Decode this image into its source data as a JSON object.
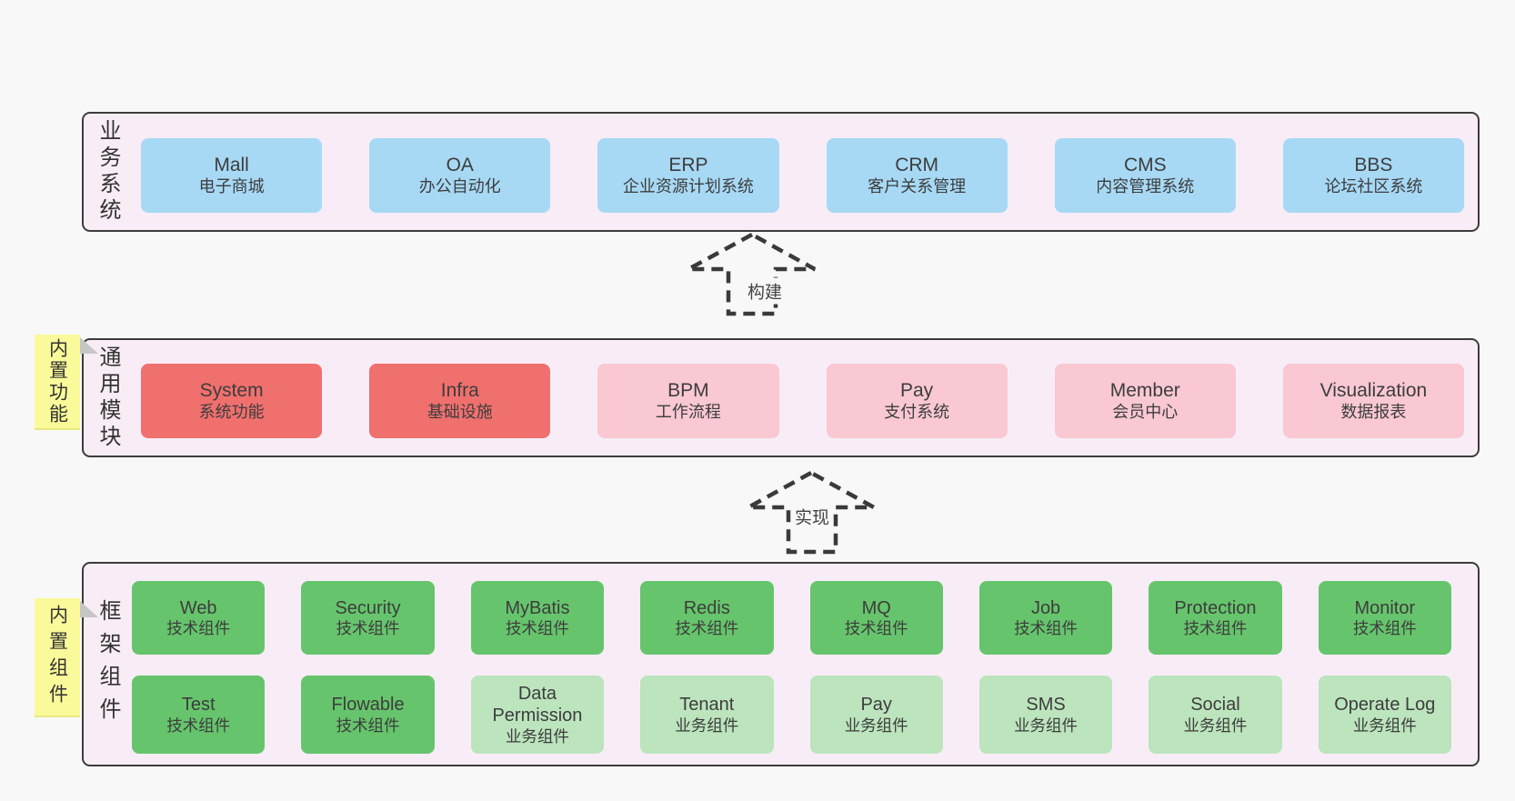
{
  "colors": {
    "page_bg": "#f8f8f8",
    "band_bg": "#f8edf6",
    "band_border": "#3c3c3c",
    "business_system_box": "#a7d9f5",
    "core_module_box": "#f0706e",
    "extension_module_box": "#f9c8d2",
    "tech_component_box": "#66c56c",
    "biz_component_box": "#bce4bd",
    "sticky_note": "#fafa9a",
    "text": "#3d3d3d"
  },
  "bands": [
    {
      "label": "业务系统",
      "boxes": [
        {
          "title": "Mall",
          "subtitle": "电子商城"
        },
        {
          "title": "OA",
          "subtitle": "办公自动化"
        },
        {
          "title": "ERP",
          "subtitle": "企业资源计划系统"
        },
        {
          "title": "CRM",
          "subtitle": "客户关系管理"
        },
        {
          "title": "CMS",
          "subtitle": "内容管理系统"
        },
        {
          "title": "BBS",
          "subtitle": "论坛社区系统"
        }
      ]
    },
    {
      "label": "通用模块",
      "sticky": "内置功能",
      "boxes": [
        {
          "title": "System",
          "subtitle": "系统功能"
        },
        {
          "title": "Infra",
          "subtitle": "基础设施"
        },
        {
          "title": "BPM",
          "subtitle": "工作流程"
        },
        {
          "title": "Pay",
          "subtitle": "支付系统"
        },
        {
          "title": "Member",
          "subtitle": "会员中心"
        },
        {
          "title": "Visualization",
          "subtitle": "数据报表"
        }
      ]
    },
    {
      "label": "框架组件",
      "sticky": "内置组件",
      "rows": [
        [
          {
            "title": "Web",
            "subtitle": "技术组件"
          },
          {
            "title": "Security",
            "subtitle": "技术组件"
          },
          {
            "title": "MyBatis",
            "subtitle": "技术组件"
          },
          {
            "title": "Redis",
            "subtitle": "技术组件"
          },
          {
            "title": "MQ",
            "subtitle": "技术组件"
          },
          {
            "title": "Job",
            "subtitle": "技术组件"
          },
          {
            "title": "Protection",
            "subtitle": "技术组件"
          },
          {
            "title": "Monitor",
            "subtitle": "技术组件"
          }
        ],
        [
          {
            "title": "Test",
            "subtitle": "技术组件"
          },
          {
            "title": "Flowable",
            "subtitle": "技术组件"
          },
          {
            "title": "Data Permission",
            "subtitle": "业务组件"
          },
          {
            "title": "Tenant",
            "subtitle": "业务组件"
          },
          {
            "title": "Pay",
            "subtitle": "业务组件"
          },
          {
            "title": "SMS",
            "subtitle": "业务组件"
          },
          {
            "title": "Social",
            "subtitle": "业务组件"
          },
          {
            "title": "Operate Log",
            "subtitle": "业务组件"
          }
        ]
      ]
    }
  ],
  "arrows": [
    {
      "label": "构建"
    },
    {
      "label": "实现"
    }
  ]
}
